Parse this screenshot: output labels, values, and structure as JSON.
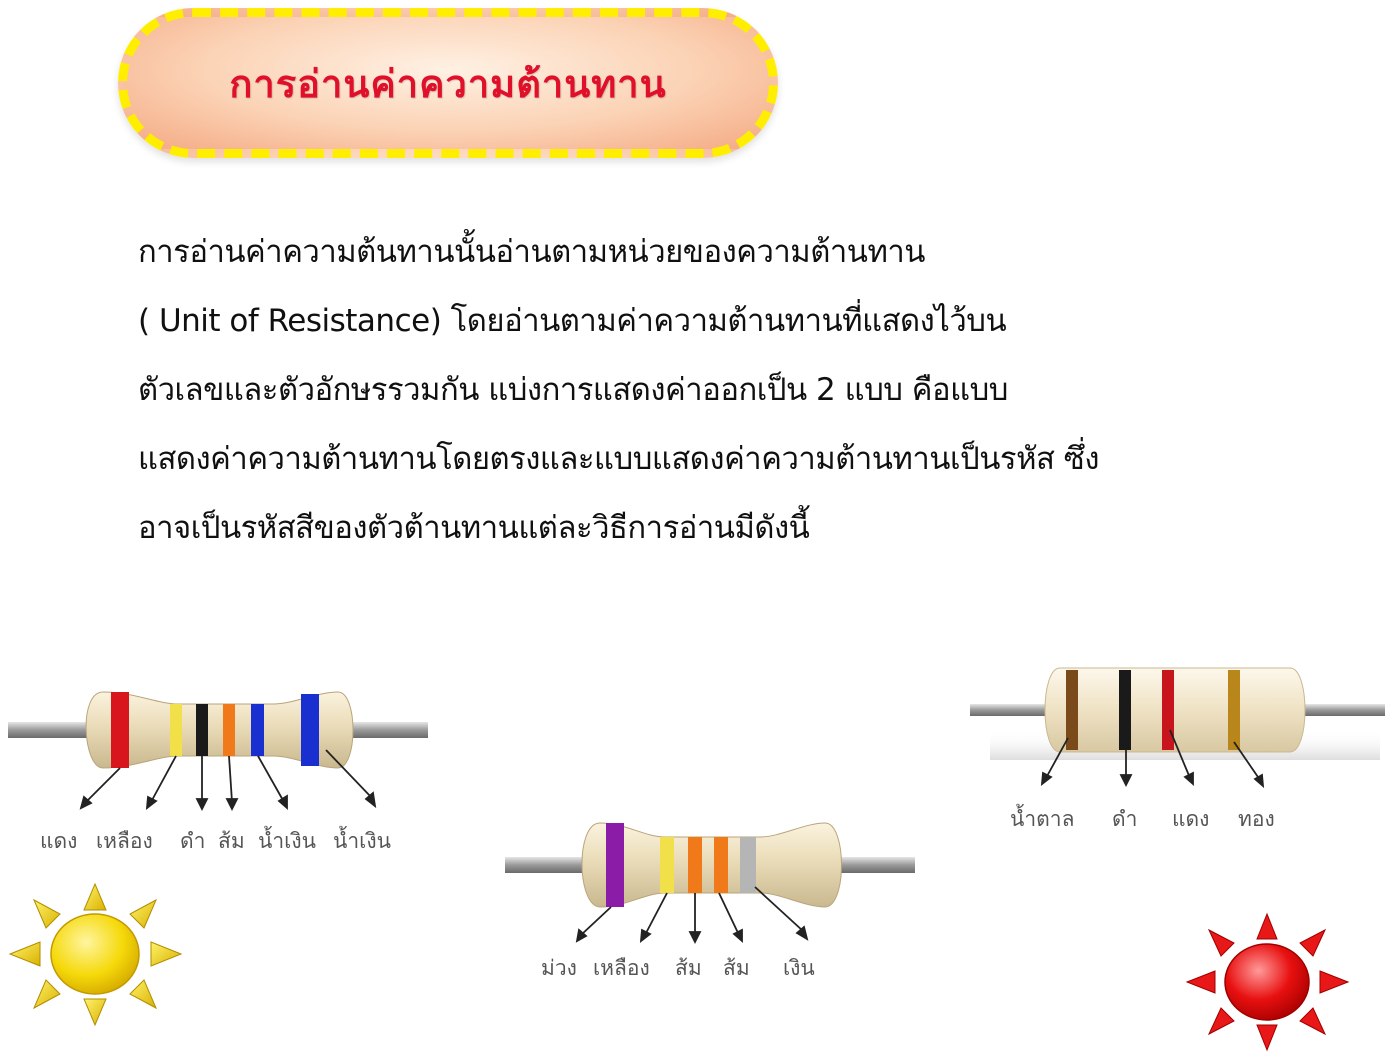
{
  "title": "การอ่านค่าความต้านทาน",
  "body_lines": [
    "การอ่านค่าความต้นทานนั้นอ่านตามหน่วยของความต้านทาน",
    "( Unit of   Resistance) โดยอ่านตามค่าความต้านทานที่แสดงไว้บน",
    "ตัวเลขและตัวอักษรรวมกัน  แบ่งการแสดงค่าออกเป็น 2 แบบ   คือแบบ",
    "แสดงค่าความต้านทานโดยตรงและแบบแสดงค่าความต้านทานเป็นรหัส  ซึ่ง",
    "อาจเป็นรหัสสีของตัวต้านทานแต่ละวิธีการอ่านมีดังนี้"
  ],
  "resistor1": {
    "labels": [
      "แดง",
      "เหลือง",
      "ดำ",
      "ส้ม",
      "น้ำเงิน",
      "น้ำเงิน"
    ],
    "band_colors": [
      "#d8141c",
      "#f2e04a",
      "#1a1a1a",
      "#f07a1a",
      "#1a2fd0",
      "#1a2fd0"
    ]
  },
  "resistor2": {
    "labels": [
      "ม่วง",
      "เหลือง",
      "ส้ม",
      "ส้ม",
      "เงิน"
    ],
    "band_colors": [
      "#8a1ca8",
      "#f2e04a",
      "#f07a1a",
      "#f07a1a",
      "#b5b5b5"
    ]
  },
  "resistor3": {
    "labels": [
      "น้ำตาล",
      "ดำ",
      "แดง",
      "ทอง"
    ],
    "band_colors": [
      "#7a4a1a",
      "#1a1a1a",
      "#c8141c",
      "#b8861a"
    ]
  },
  "colors": {
    "title_red": "#e0102a",
    "dash_yellow": "#ffee00",
    "sun_yellow": "#f5d90a",
    "sun_red": "#e81010"
  }
}
